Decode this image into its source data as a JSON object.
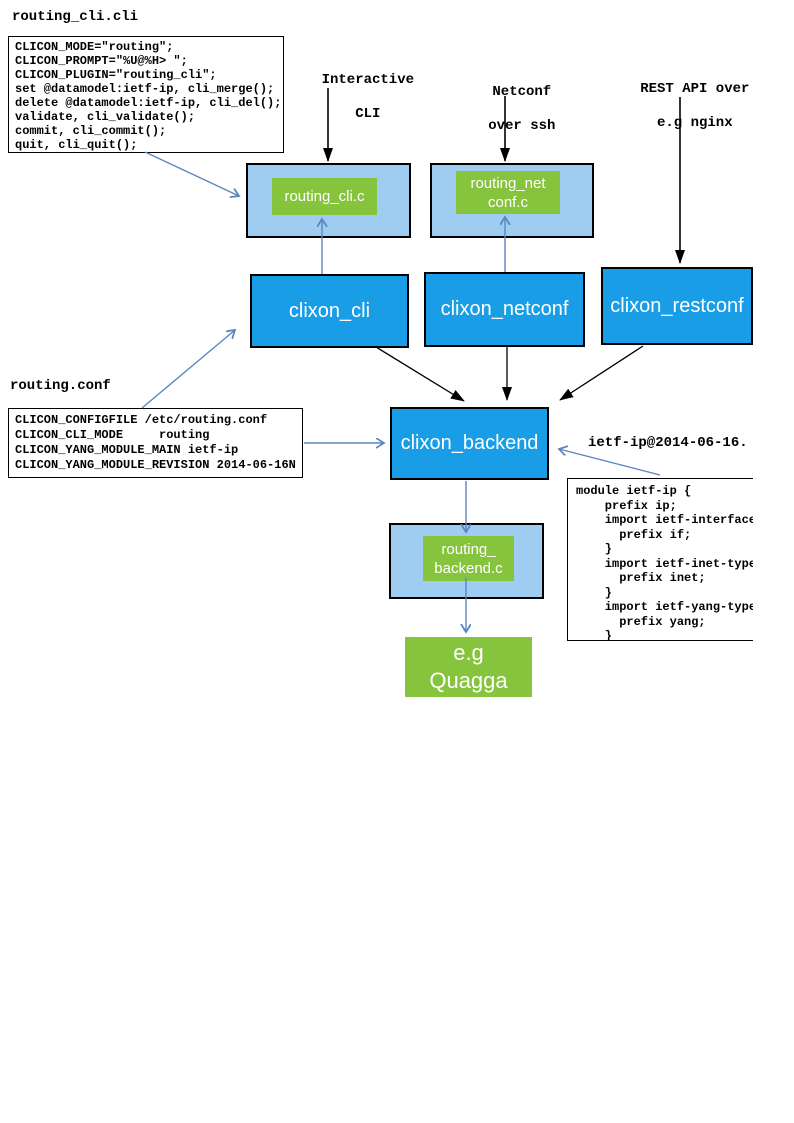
{
  "colors": {
    "node_blue": "#189de6",
    "node_light_blue": "#9fcdf2",
    "node_green": "#86c43e",
    "arrow_blue": "#5b87be",
    "arrow_black": "#000000"
  },
  "cli_file": {
    "title": "routing_cli.cli",
    "code": [
      "CLICON_MODE=\"routing\";",
      "CLICON_PROMPT=\"%U@%H> \";",
      "CLICON_PLUGIN=\"routing_cli\";",
      "set @datamodel:ietf-ip, cli_merge();",
      "delete @datamodel:ietf-ip, cli_del();",
      "validate, cli_validate();",
      "commit, cli_commit();",
      "quit, cli_quit();"
    ]
  },
  "conf_file": {
    "title": "routing.conf",
    "code": [
      "CLICON_CONFIGFILE /etc/routing.conf",
      "CLICON_CLI_MODE     routing",
      "CLICON_YANG_MODULE_MAIN ietf-ip",
      "CLICON_YANG_MODULE_REVISION 2014-06-16N"
    ]
  },
  "yang_module": {
    "label": "ietf-ip@2014-06-16.",
    "code": [
      "module ietf-ip {",
      "    prefix ip;",
      "    import ietf-interface",
      "      prefix if;",
      "    }",
      "    import ietf-inet-type",
      "      prefix inet;",
      "    }",
      "    import ietf-yang-type",
      "      prefix yang;",
      "    }"
    ]
  },
  "annotations": {
    "interactive": {
      "line1": "Interactive",
      "line2": "CLI"
    },
    "netconf": {
      "line1": "Netconf",
      "line2": "over ssh"
    },
    "restapi": {
      "line1": "REST API over",
      "line2": "e.g nginx"
    }
  },
  "nodes": {
    "plugin_cli": "routing_cli.c",
    "plugin_netconf": {
      "line1": "routing_net",
      "line2": "conf.c"
    },
    "clixon_cli": "clixon_cli",
    "clixon_netconf": "clixon_netconf",
    "clixon_restconf": "clixon_restconf",
    "clixon_backend": "clixon_backend",
    "plugin_backend": {
      "line1": "routing_",
      "line2": "backend.c"
    },
    "quagga": {
      "line1": "e.g",
      "line2": "Quagga"
    }
  }
}
